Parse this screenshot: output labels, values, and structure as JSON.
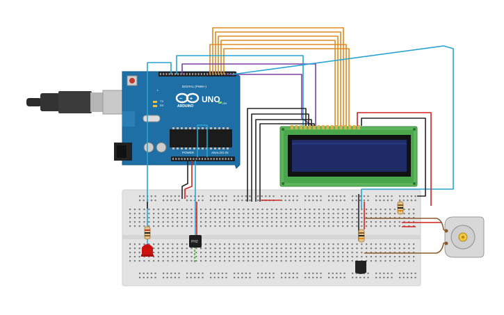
{
  "arduino": {
    "brand": "ARDUINO",
    "model": "UNO",
    "digital_label": "DIGITAL (PWM~)",
    "power_label": "POWER",
    "analog_label": "ANALOG IN",
    "tx_label": "TX",
    "rx_label": "RX",
    "l_label": "L",
    "on_label": "ON"
  },
  "sensor": {
    "label": "PH2"
  },
  "colors": {
    "board": "#1d6fa5",
    "breadboard": "#e3e3e3",
    "lcd_pcb": "#5cb55c",
    "lcd_screen": "#1f2b66",
    "wire_orange": "#e08a1e",
    "wire_blue": "#2aa3d3",
    "wire_purple": "#7b3fa0",
    "wire_black": "#222222",
    "wire_red": "#d42020",
    "wire_brown": "#8b5a2b",
    "wire_green": "#5cbf3a",
    "led": "#cc1111"
  }
}
